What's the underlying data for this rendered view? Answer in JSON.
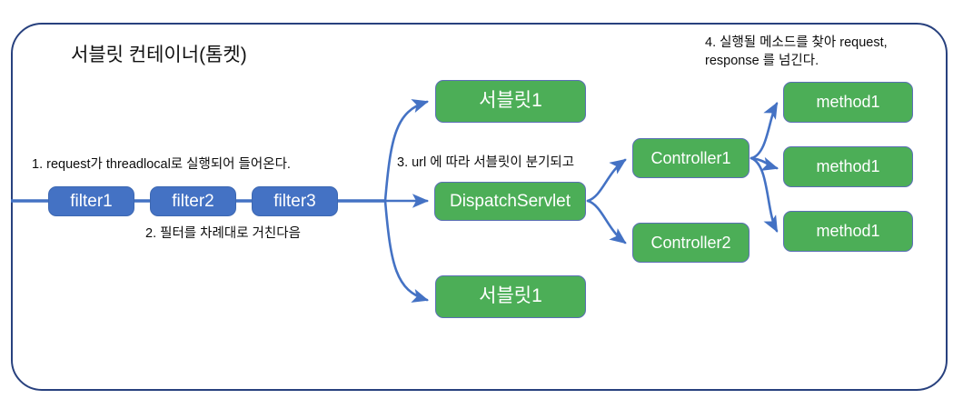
{
  "diagram": {
    "title": "서블릿 컨테이너(톰켓)",
    "colors": {
      "container_border": "#28417E",
      "filter_fill": "#4472C4",
      "node_fill": "#4CAE57",
      "node_border": "#5B6FB5",
      "arrow": "#4472C4",
      "text": "#0d0d0d"
    },
    "notes": [
      {
        "id": "note-1",
        "text": "1. request가 threadlocal로 실행되어 들어온다."
      },
      {
        "id": "note-2",
        "text": "2. 필터를 차례대로 거친다음"
      },
      {
        "id": "note-3",
        "text": "3. url 에 따라 서블릿이 분기되고"
      },
      {
        "id": "note-4",
        "text": "4. 실행될 메소드를 찾아 request,\nresponse 를 넘긴다."
      }
    ],
    "filters": [
      {
        "id": "filter-1",
        "label": "filter1"
      },
      {
        "id": "filter-2",
        "label": "filter2"
      },
      {
        "id": "filter-3",
        "label": "filter3"
      }
    ],
    "servlets": [
      {
        "id": "servlet-top",
        "label": "서블릿1"
      },
      {
        "id": "dispatch-servlet",
        "label": "DispatchServlet"
      },
      {
        "id": "servlet-bottom",
        "label": "서블릿1"
      }
    ],
    "controllers": [
      {
        "id": "controller-1",
        "label": "Controller1"
      },
      {
        "id": "controller-2",
        "label": "Controller2"
      }
    ],
    "methods": [
      {
        "id": "method-1",
        "label": "method1"
      },
      {
        "id": "method-2",
        "label": "method1"
      },
      {
        "id": "method-3",
        "label": "method1"
      }
    ]
  }
}
